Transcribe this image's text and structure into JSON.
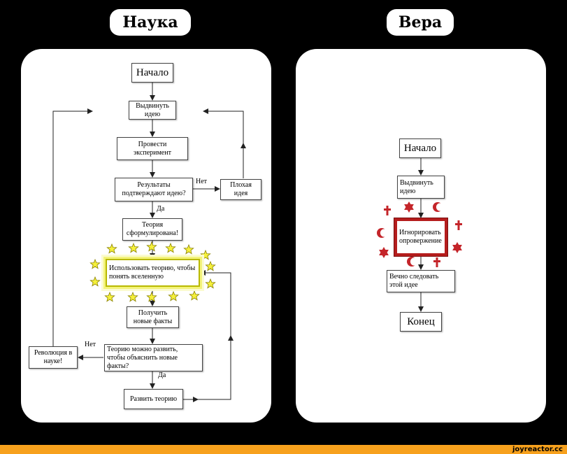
{
  "science": {
    "title": "Наука",
    "nodes": {
      "start": "Начало",
      "propose": "Выдвинуть идею",
      "experiment": "Провести эксперимент",
      "confirm": "Результаты подтверждают идею?",
      "bad_idea": "Плохая идея",
      "theory": "Теория сформулирована!",
      "use_theory": "Использовать теорию, чтобы понять вселенную",
      "new_facts": "Получить новые факты",
      "develop_q": "Теорию можно развить, чтобы объяснить новые факты?",
      "revolution": "Революция в науке!",
      "develop": "Развить теорию"
    },
    "labels": {
      "no1": "Нет",
      "yes1": "Да",
      "no2": "Нет",
      "yes2": "Да"
    }
  },
  "faith": {
    "title": "Вера",
    "nodes": {
      "start": "Начало",
      "propose": "Выдвинуть идею",
      "ignore": "Игнорировать опровержение",
      "follow": "Вечно следовать этой идее",
      "end": "Конец"
    }
  },
  "colors": {
    "star_fill": "#f5f03a",
    "star_stroke": "#8a8200",
    "religious_red": "#c4252a"
  },
  "footer": {
    "site": "joyreactor.cc"
  }
}
